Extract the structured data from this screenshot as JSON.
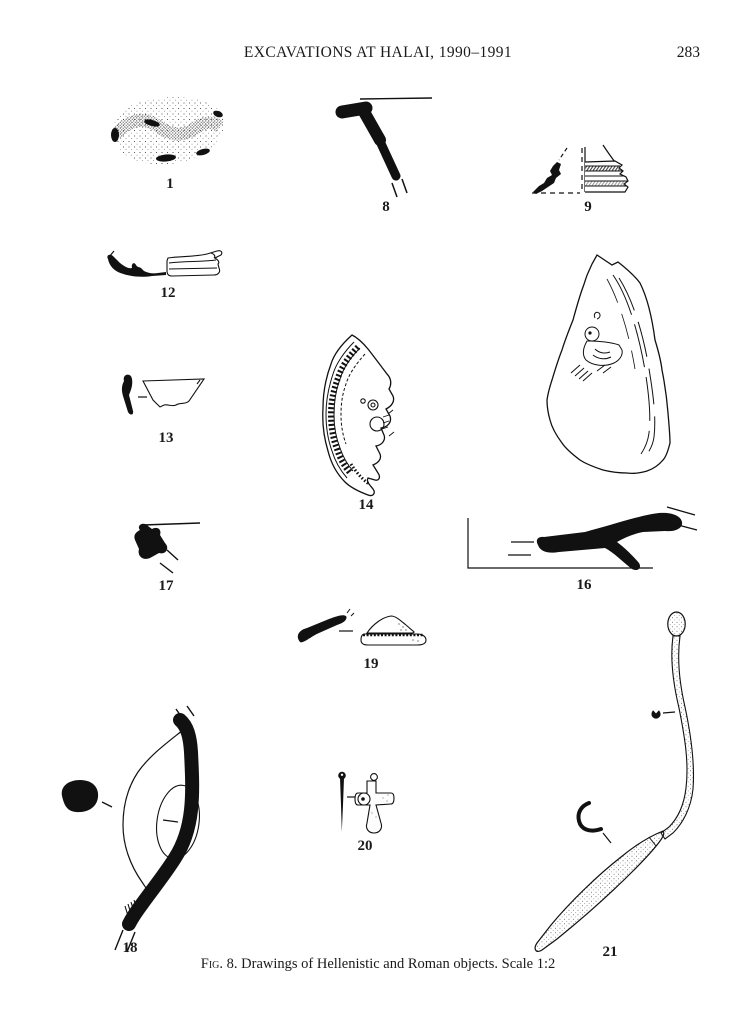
{
  "header": {
    "title": "EXCAVATIONS AT HALAI, 1990–1991",
    "page_number": "283"
  },
  "caption": {
    "prefix": "Fig. 8.",
    "text": " Drawings of Hellenistic and Roman objects. Scale 1:2"
  },
  "figure": {
    "items": [
      {
        "label": "1"
      },
      {
        "label": "8"
      },
      {
        "label": "9"
      },
      {
        "label": "12"
      },
      {
        "label": "13"
      },
      {
        "label": "14"
      },
      {
        "label": "16"
      },
      {
        "label": "17"
      },
      {
        "label": "18"
      },
      {
        "label": "19"
      },
      {
        "label": "20"
      },
      {
        "label": "21"
      }
    ]
  }
}
